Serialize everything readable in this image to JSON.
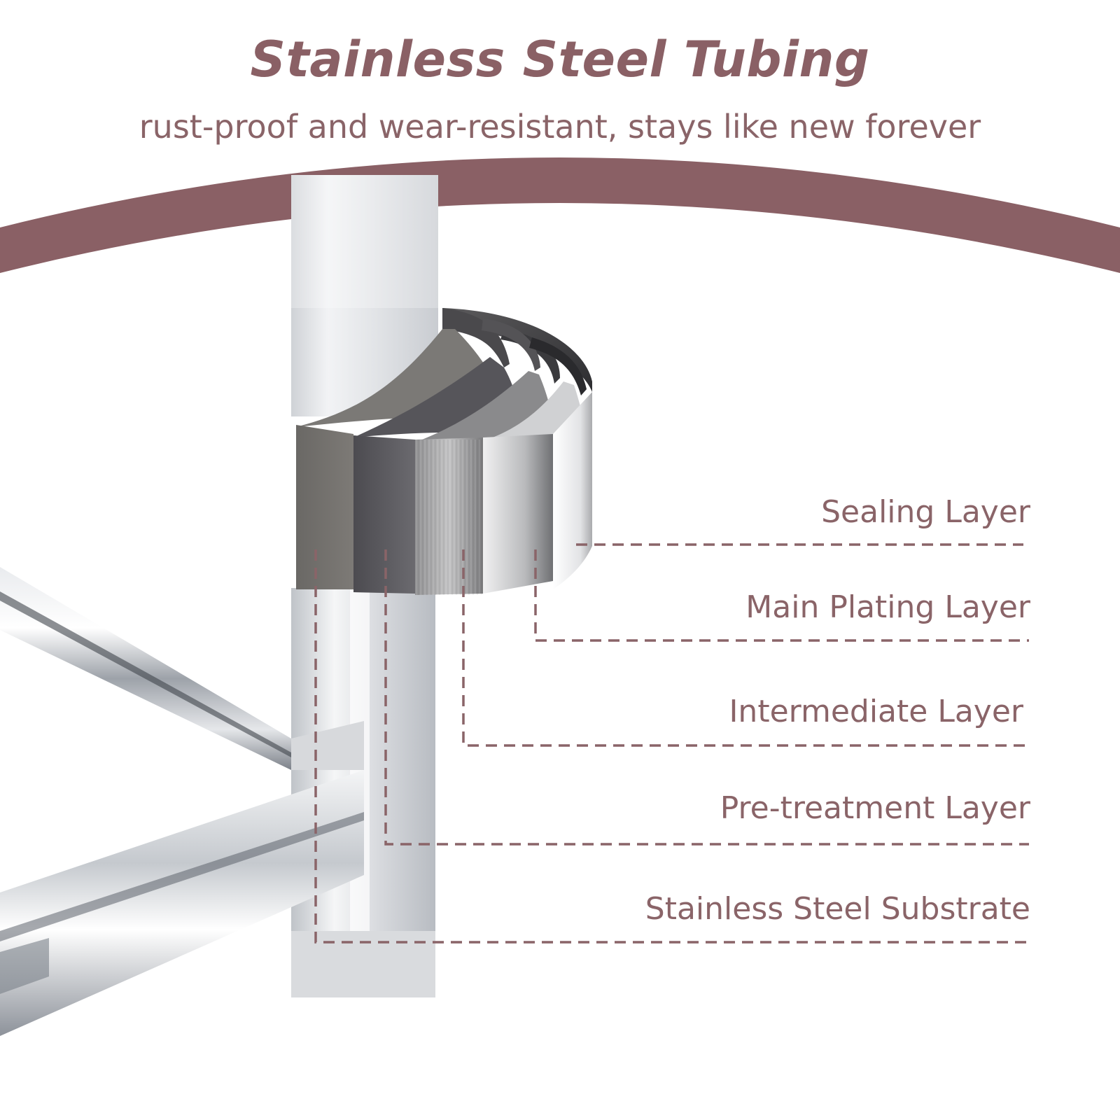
{
  "header": {
    "title": "Stainless Steel Tubing",
    "subtitle": "rust-proof and wear-resistant, stays like new forever"
  },
  "layers": [
    {
      "label": "Sealing Layer"
    },
    {
      "label": "Main Plating Layer"
    },
    {
      "label": "Intermediate Layer"
    },
    {
      "label": "Pre-treatment Layer"
    },
    {
      "label": "Stainless Steel Substrate"
    }
  ],
  "colors": {
    "accent": "#8a6065",
    "leader_line": "#8a6468",
    "background": "#ffffff"
  },
  "icons": [
    "tube-frame-illustration",
    "layer-cutaway-illustration"
  ]
}
